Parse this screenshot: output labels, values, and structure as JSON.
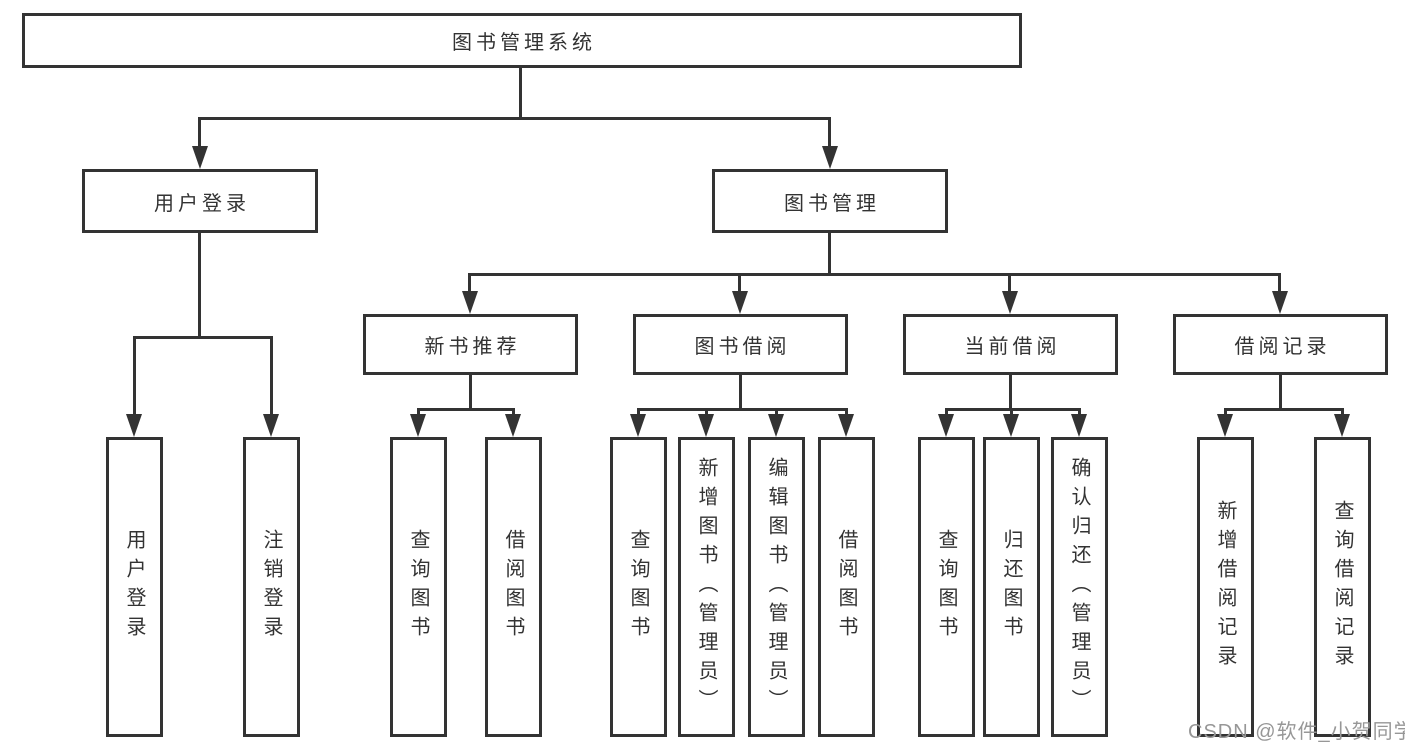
{
  "diagram": {
    "root": {
      "label": "图书管理系统"
    },
    "level2": [
      {
        "label": "用户登录"
      },
      {
        "label": "图书管理"
      }
    ],
    "level3": [
      {
        "label": "新书推荐"
      },
      {
        "label": "图书借阅"
      },
      {
        "label": "当前借阅"
      },
      {
        "label": "借阅记录"
      }
    ],
    "children": {
      "user_login": [
        "用户登录",
        "注销登录"
      ],
      "new_book_recommend": [
        "查询图书",
        "借阅图书"
      ],
      "book_borrow": [
        "查询图书",
        "新增图书（管理员）",
        "编辑图书（管理员）",
        "借阅图书"
      ],
      "current_borrow": [
        "查询图书",
        "归还图书",
        "确认归还（管理员）"
      ],
      "borrow_records": [
        "新增借阅记录",
        "查询借阅记录"
      ]
    },
    "watermark": "CSDN @软件_小贺同学",
    "colors": {
      "line": "#333333",
      "text": "#333333",
      "background": "#ffffff",
      "watermark": "#979797"
    }
  }
}
